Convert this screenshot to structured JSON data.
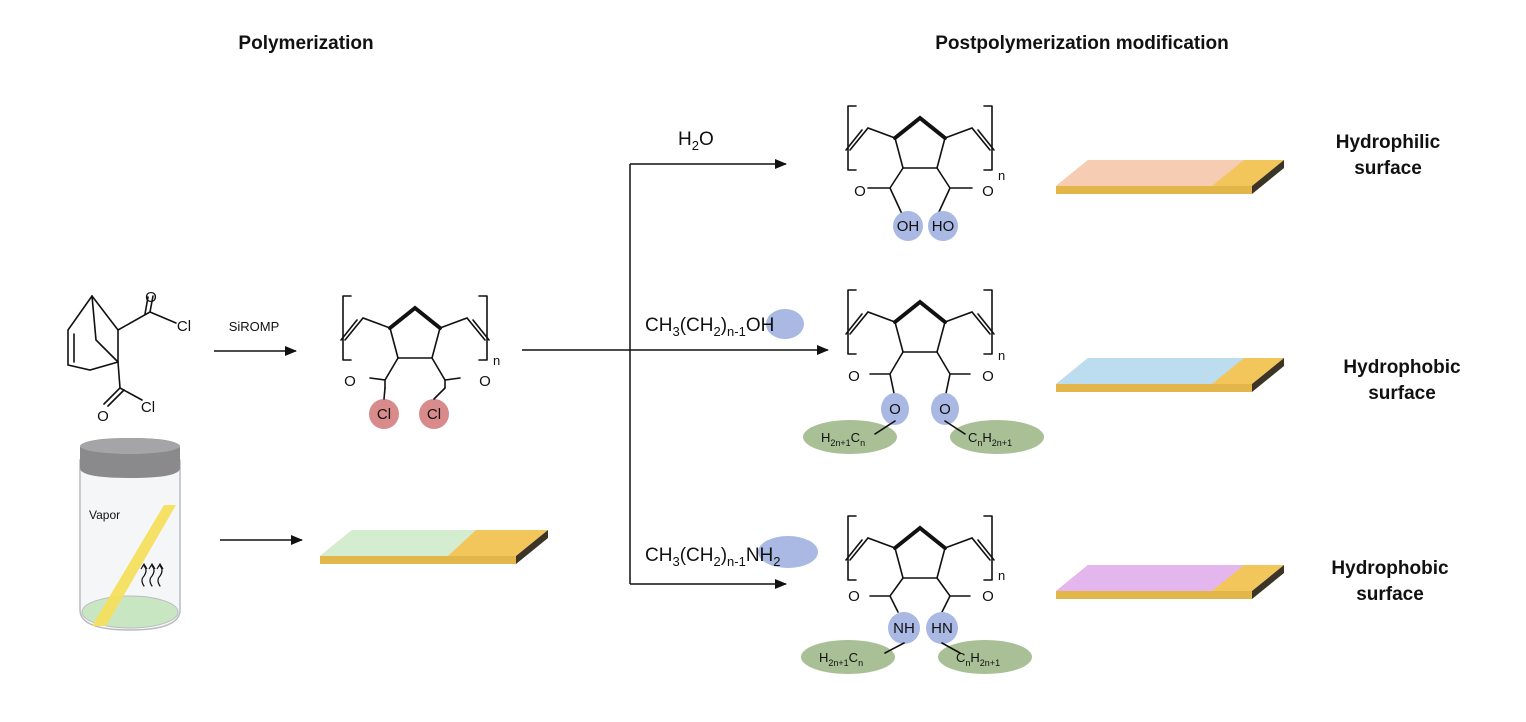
{
  "headers": {
    "left": "Polymerization",
    "right": "Postpolymerization modification"
  },
  "monomer": {
    "cl_top": "Cl",
    "cl_bottom": "Cl",
    "o_top": "O",
    "o_bottom": "O"
  },
  "step1": {
    "reagent": "SiROMP"
  },
  "vial": {
    "label": "Vapor"
  },
  "polymer_acyl_chloride": {
    "o_left": "O",
    "o_right": "O",
    "cl_left": "Cl",
    "cl_right": "Cl",
    "n": "n"
  },
  "reactions": [
    {
      "reagent_pre": "H",
      "reagent_sub": "2",
      "reagent_post": "O",
      "reagent_group": ""
    },
    {
      "reagent_pre": "CH",
      "reagent_sub1": "3",
      "reagent_mid": "(CH",
      "reagent_sub2": "2",
      "reagent_mid2": ")",
      "reagent_sub3": "n-1",
      "reagent_group": "OH"
    },
    {
      "reagent_pre": "CH",
      "reagent_sub1": "3",
      "reagent_mid": "(CH",
      "reagent_sub2": "2",
      "reagent_mid2": ")",
      "reagent_sub3": "n-1",
      "reagent_group": "NH",
      "reagent_group_sub": "2"
    }
  ],
  "products": [
    {
      "left_group": "OH",
      "right_group": "HO",
      "o_left": "O",
      "o_right": "O",
      "n": "n"
    },
    {
      "left_group": "O",
      "right_group": "O",
      "o_left": "O",
      "o_right": "O",
      "n": "n",
      "left_chain": {
        "a": "H",
        "a_sub": "2n+1",
        "b": "C",
        "b_sub": "n"
      },
      "right_chain": {
        "a": "C",
        "a_sub": "n",
        "b": "H",
        "b_sub": "2n+1"
      }
    },
    {
      "left_group": "NH",
      "right_group": "HN",
      "o_left": "O",
      "o_right": "O",
      "n": "n",
      "left_chain": {
        "a": "H",
        "a_sub": "2n+1",
        "b": "C",
        "b_sub": "n"
      },
      "right_chain": {
        "a": "C",
        "a_sub": "n",
        "b": "H",
        "b_sub": "2n+1"
      }
    }
  ],
  "surfaces": [
    {
      "line1": "Hydrophilic",
      "line2": "surface",
      "color": "#f6cdb3"
    },
    {
      "line1": "Hydrophobic",
      "line2": "surface",
      "color": "#bcdcef"
    },
    {
      "line1": "Hydrophobic",
      "line2": "surface",
      "color": "#e3b6ee"
    }
  ],
  "colors": {
    "chloride_highlight": "#d98a8a",
    "group_highlight": "#a9b9e3",
    "chain_highlight": "#a9bf95",
    "slide_gold": "#f2c65a",
    "slide_edge": "#3b3427",
    "initial_coating": "#d4ecd0"
  }
}
